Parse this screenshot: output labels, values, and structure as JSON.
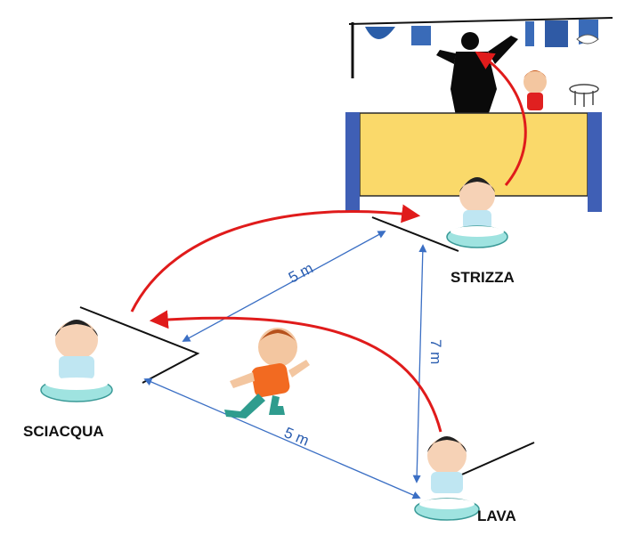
{
  "stations": {
    "strizza": "STRIZZA",
    "sciacqua": "SCIACQUA",
    "lava": "LAVA"
  },
  "distances": {
    "sciacqua_strizza": "5 m",
    "lava_strizza": "7 m",
    "sciacqua_lava": "5 m"
  },
  "colors": {
    "route": "#e01b1b",
    "measure": "#3b6fc4",
    "board": "#fad96a",
    "post": "#3f5fb5",
    "basin": "#9fe3e0"
  },
  "icons": [
    "child-with-basin",
    "running-child",
    "person-hanging-laundry",
    "clothesline",
    "small-stool"
  ]
}
